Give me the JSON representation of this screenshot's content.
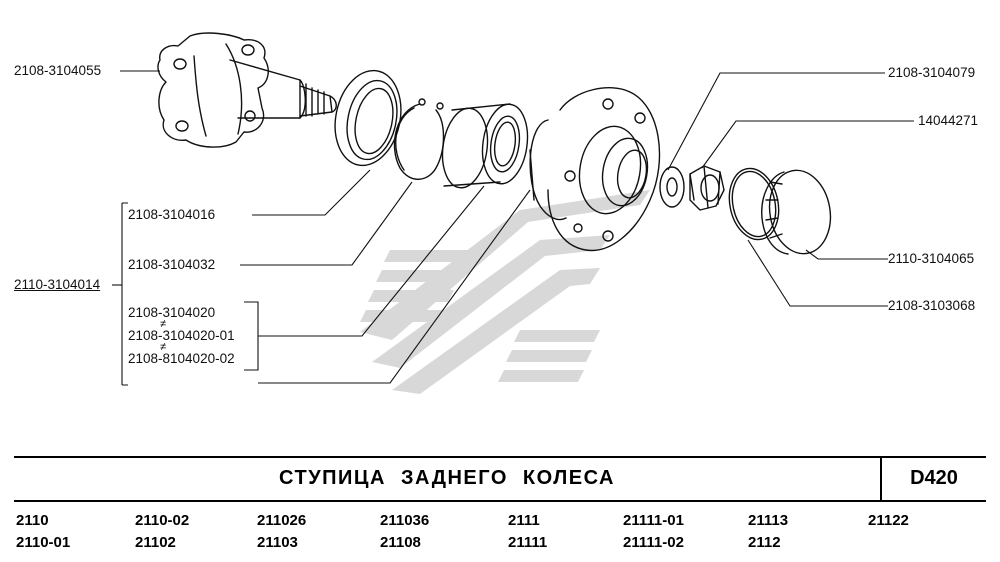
{
  "page": {
    "title": "СТУПИЦА ЗАДНЕГО КОЛЕСА",
    "code": "D420"
  },
  "parts": {
    "axle": "2108-3104055",
    "washer": "2108-3104079",
    "nut": "14044271",
    "assembly": "2110-3104014",
    "seal": "2108-3104016",
    "ring": "2108-3104032",
    "cap": "2110-3104065",
    "oring": "2108-3103068",
    "bearing_1": "2108-3104020",
    "bearing_2": "2108-3104020-01",
    "bearing_3": "2108-8104020-02",
    "not_equal": "≠"
  },
  "models": [
    [
      "2110",
      "2110-01"
    ],
    [
      "2110-02",
      "21102"
    ],
    [
      "211026",
      "21103"
    ],
    [
      "211036",
      "21108"
    ],
    [
      "2111",
      "21111"
    ],
    [
      "21111-01",
      "21111-02"
    ],
    [
      "21113",
      "2112"
    ],
    [
      "21122"
    ]
  ]
}
